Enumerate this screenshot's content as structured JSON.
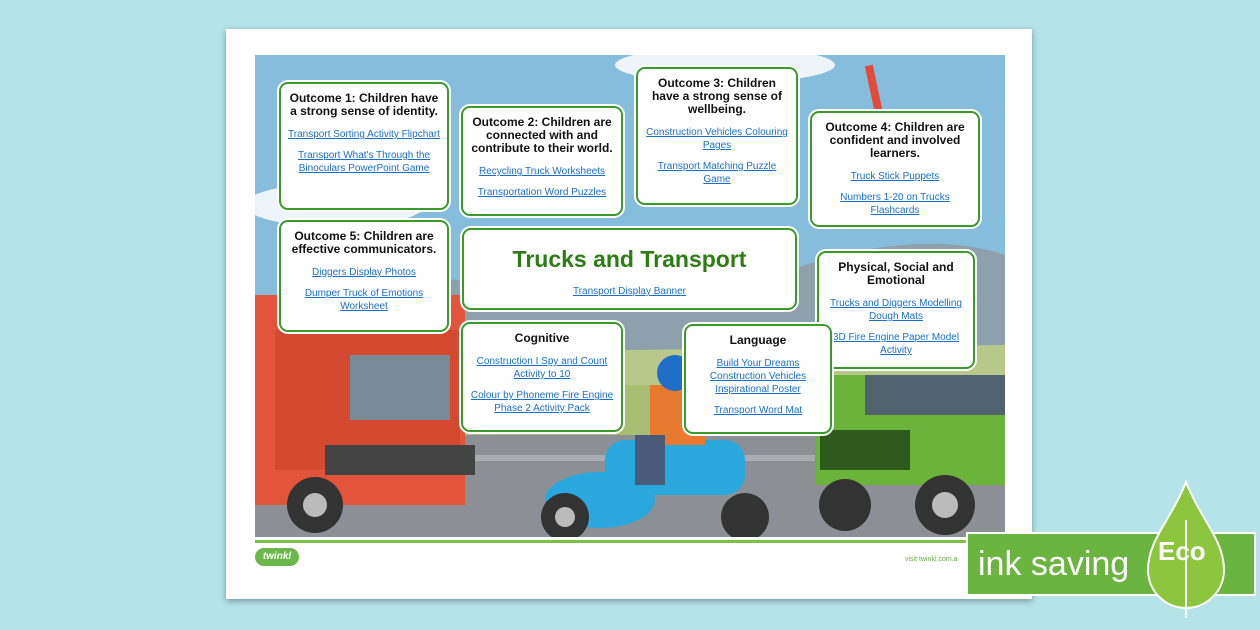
{
  "title": "Trucks and Transport",
  "title_link": "Transport Display Banner",
  "boxes": {
    "o1": {
      "heading": "Outcome 1: Children have a strong sense of identity.",
      "links": [
        "Transport Sorting Activity Flipchart",
        "Transport What's Through the Binoculars PowerPoint Game"
      ]
    },
    "o2": {
      "heading": "Outcome 2: Children are connected with and contribute to their world.",
      "links": [
        "Recycling Truck Worksheets",
        "Transportation Word Puzzles"
      ]
    },
    "o3": {
      "heading": "Outcome 3: Children have a strong sense of wellbeing.",
      "links": [
        "Construction Vehicles Colouring Pages",
        "Transport Matching Puzzle Game"
      ]
    },
    "o4": {
      "heading": "Outcome 4: Children are confident and involved learners.",
      "links": [
        "Truck Stick Puppets",
        "Numbers 1-20 on Trucks Flashcards"
      ]
    },
    "o5": {
      "heading": "Outcome 5: Children are effective communicators.",
      "links": [
        "Diggers Display Photos",
        "Dumper Truck of Emotions Worksheet"
      ]
    },
    "physical": {
      "heading": "Physical, Social and Emotional",
      "links": [
        "Trucks and Diggers Modelling Dough Mats",
        "3D Fire Engine Paper Model Activity"
      ]
    },
    "cognitive": {
      "heading": "Cognitive",
      "links": [
        "Construction I Spy and Count Activity to 10",
        "Colour by Phoneme Fire Engine Phase 2 Activity Pack"
      ]
    },
    "language": {
      "heading": "Language",
      "links": [
        "Build Your Dreams Construction Vehicles Inspirational Poster",
        "Transport Word Mat"
      ]
    }
  },
  "footer": {
    "logo": "twinkl",
    "url": "visit twinkl.com.a"
  },
  "badge": {
    "text": "ink saving",
    "label": "Eco"
  },
  "colors": {
    "accent": "#3a9a2a",
    "link": "#1a6fc9",
    "eco": "#6bb43f"
  }
}
